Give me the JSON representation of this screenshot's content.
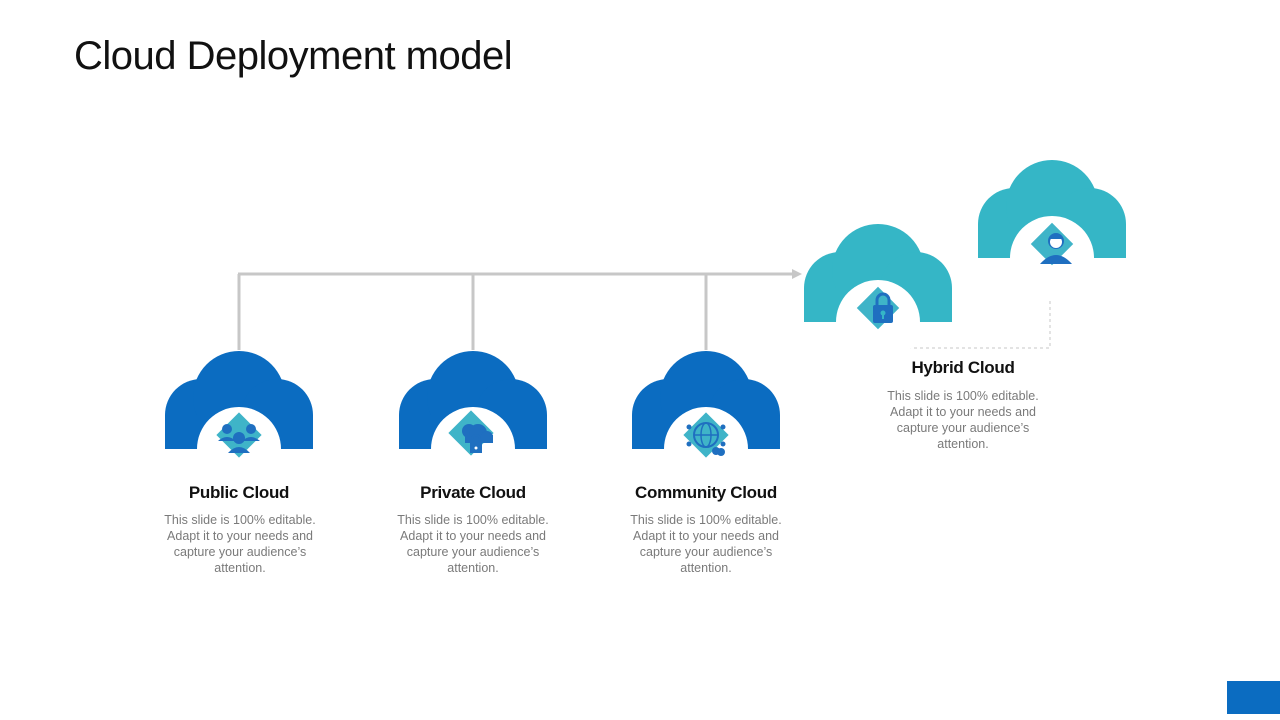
{
  "slide": {
    "title": "Cloud Deployment model"
  },
  "colors": {
    "primary_cloud": "#0b6cc1",
    "secondary_cloud": "#35b6c6",
    "icon_diamond": "#3fb4c8",
    "icon_primary": "#1f6fc0",
    "connector": "#c7c7c7",
    "corner_accent": "#0b6cc1"
  },
  "nodes": [
    {
      "title": "Public Cloud",
      "description": "This slide is 100% editable. Adapt it to your needs and capture your audience’s attention.",
      "icon": "users-icon"
    },
    {
      "title": "Private Cloud",
      "description": "This slide is 100% editable. Adapt it to your needs and capture your audience’s attention.",
      "icon": "cloud-lock-icon"
    },
    {
      "title": "Community Cloud",
      "description": "This slide is 100% editable. Adapt it to your needs and capture your audience’s attention.",
      "icon": "globe-network-icon"
    },
    {
      "title": "Hybrid Cloud",
      "description": "This slide is 100% editable. Adapt it to your needs and capture your audience’s attention.",
      "icons": [
        "padlock-icon",
        "user-icon"
      ]
    }
  ]
}
